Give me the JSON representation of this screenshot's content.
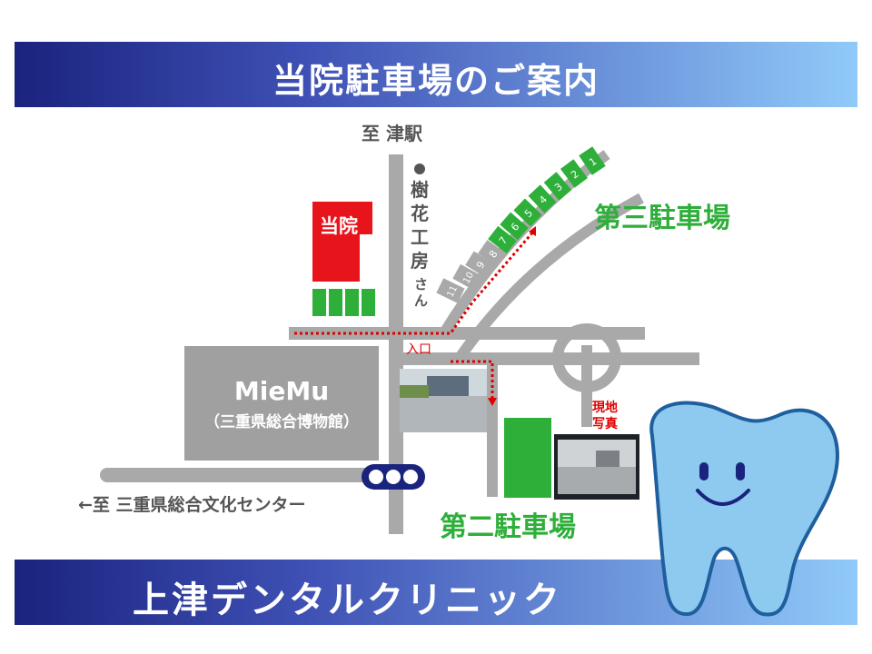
{
  "header": {
    "title": "当院駐車場のご案内"
  },
  "footer": {
    "clinic_name": "上津デンタルクリニック"
  },
  "map": {
    "to_station": "至 津駅",
    "to_culture_center": "←至 三重県総合文化センター",
    "landmark_shop": "樹花工房さん",
    "clinic_label": "当院",
    "entrance": "入口",
    "museum_name": "MieMu",
    "museum_full": "（三重県総合博物館）",
    "parking_3": "第三駐車場",
    "parking_2": "第二駐車場",
    "site_photo": "現地写真",
    "lot_numbers": [
      "1",
      "2",
      "3",
      "4",
      "5",
      "6",
      "7",
      "8",
      "9",
      "10",
      "11"
    ]
  },
  "colors": {
    "road": "#a9a9a9",
    "parking_green": "#2eaf3a",
    "clinic_red": "#e8141c",
    "route_red": "#e00000",
    "museum_gray": "#a0a0a0",
    "tooth_blue": "#8ec9ef"
  },
  "icons": {
    "signal": "traffic-signal-icon",
    "mascot": "tooth-mascot-icon"
  }
}
